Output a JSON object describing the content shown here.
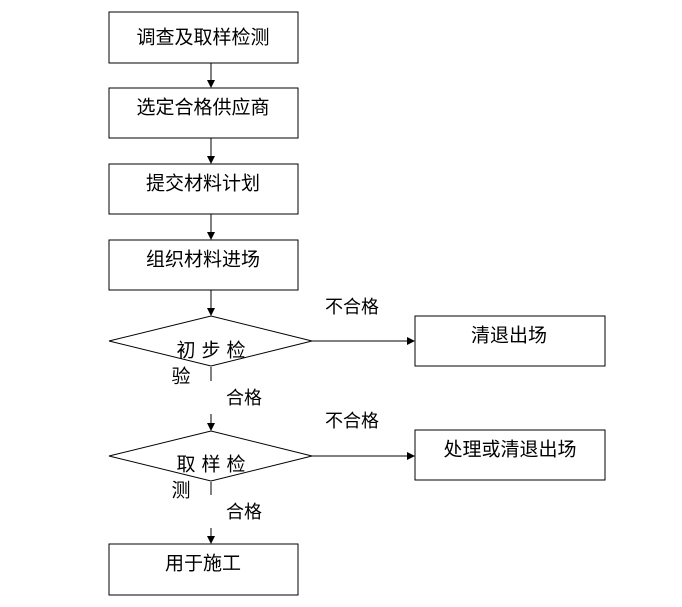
{
  "flowchart": {
    "steps": {
      "sampling": "调查及取样检测",
      "select_supplier": "选定合格供应商",
      "submit_plan": "提交材料计划",
      "organize_entry": "组织材料进场",
      "preliminary_inspection_line1": "初 步 检",
      "preliminary_inspection_line2": "验",
      "sampling_inspection_line1": "取 样 检",
      "sampling_inspection_line2": "测",
      "use_in_construction": "用于施工",
      "reject_exit": "清退出场",
      "handle_or_reject": "处理或清退出场"
    },
    "edges": {
      "pass_1": "合格",
      "fail_1": "不合格",
      "pass_2": "合格",
      "fail_2": "不合格"
    },
    "colors": {
      "stroke": "#000000",
      "background": "#ffffff"
    }
  }
}
